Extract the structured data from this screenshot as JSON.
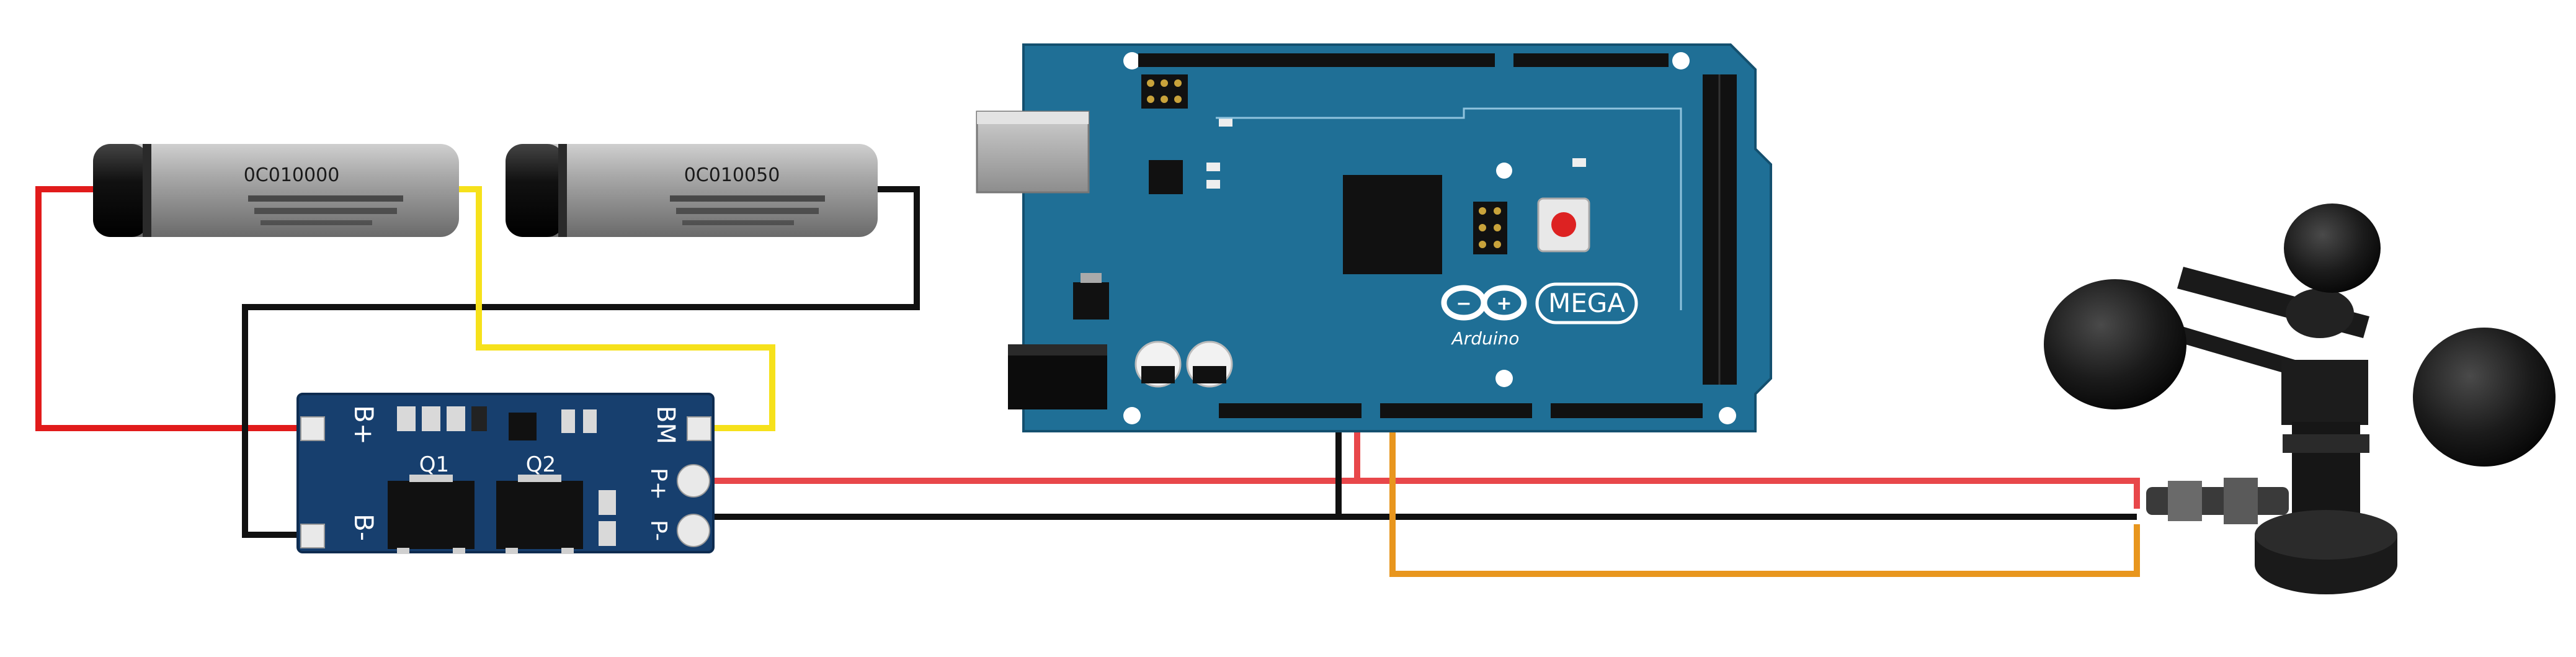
{
  "battery_cells": [
    {
      "label": "0C010000"
    },
    {
      "label": "0C010050"
    }
  ],
  "bms_board": {
    "b_plus": "B+",
    "b_minus": "B-",
    "bm": "BM",
    "p_plus": "P+",
    "p_minus": "P-",
    "q1": "Q1",
    "q2": "Q2"
  },
  "arduino": {
    "brand": "Arduino",
    "model": "MEGA"
  },
  "colors": {
    "board_blue": "#1f6f96",
    "bms_blue": "#173f6e",
    "wire_red": "#e11b1b",
    "wire_black": "#111111",
    "wire_yellow": "#f6e11b",
    "wire_orange": "#e8961e",
    "battery_gray": "#9a9a9a",
    "anemometer": "#1a1a1a"
  },
  "icons": [
    "arduino-infinity-logo",
    "reset-button",
    "usb-b-port",
    "dc-jack",
    "anemometer-cups"
  ]
}
